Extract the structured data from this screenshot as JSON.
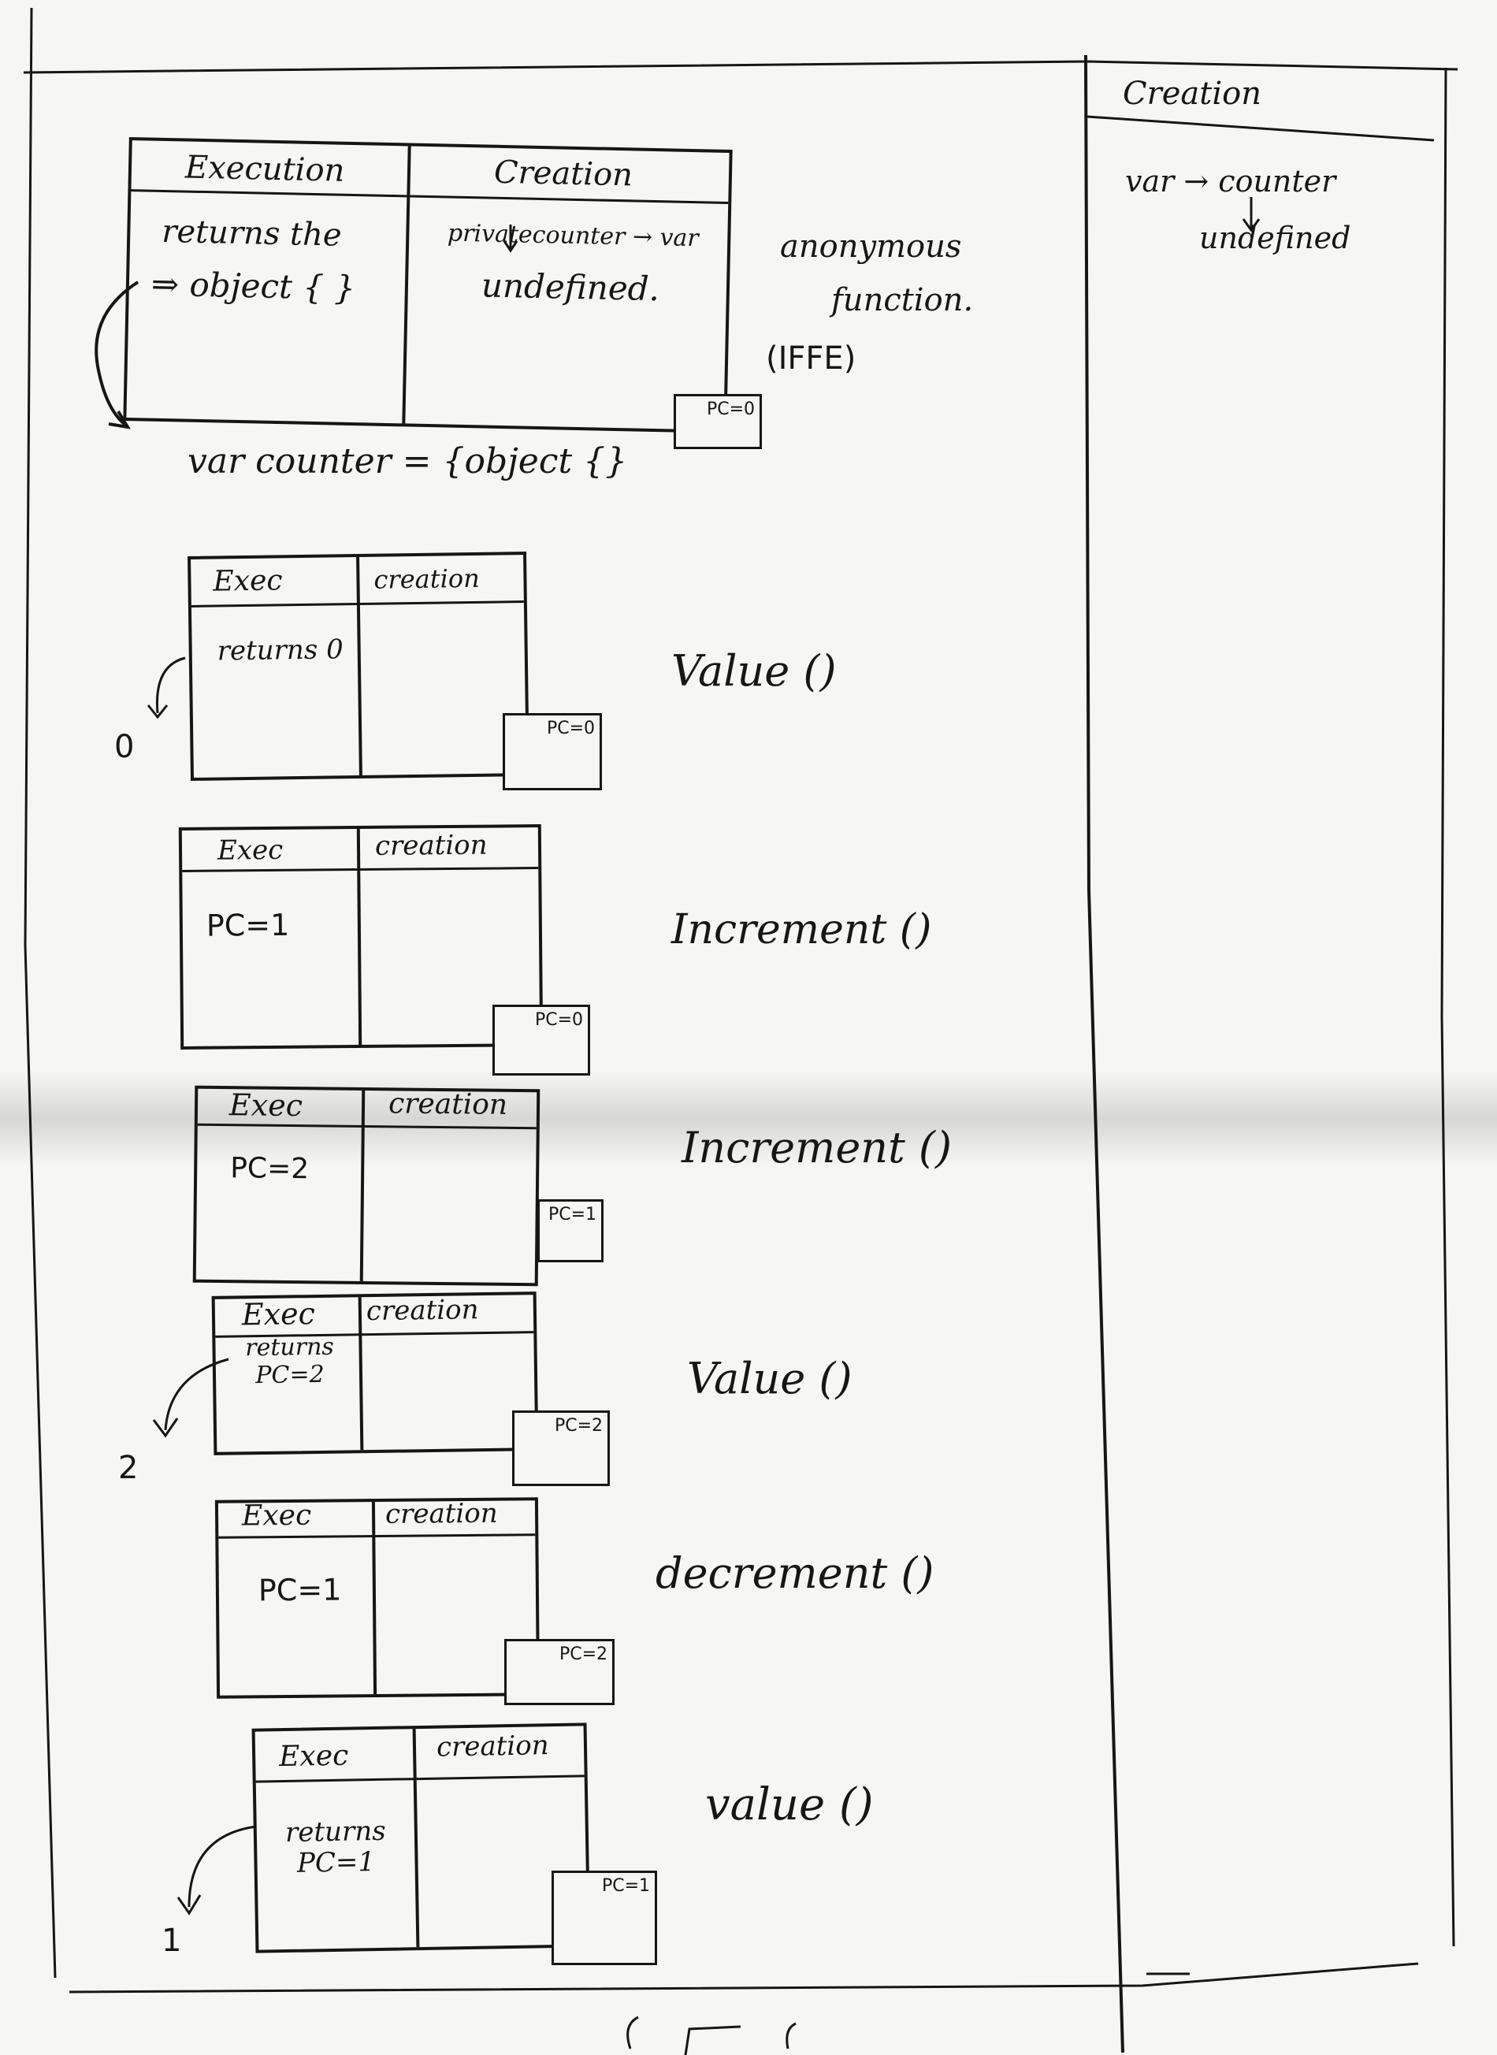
{
  "sidebar": {
    "title": "Creation",
    "entry_var": "var → counter",
    "entry_value": "undefined"
  },
  "iife": {
    "exec_header": "Execution",
    "creation_header": "Creation",
    "exec_line1": "returns the",
    "exec_line2": "⇒ object { }",
    "creation_line1": "privatecounter → var",
    "creation_line2": "undefined.",
    "pc": "PC=0",
    "label_line1": "anonymous",
    "label_line2": "function.",
    "label_line3": "(IFFE)"
  },
  "assignment": {
    "text": "var  counter = {object {}"
  },
  "contexts": [
    {
      "exec": "Exec",
      "creation": "creation",
      "body": "returns 0",
      "pc": "PC=0",
      "call": "Value ()",
      "output": "0"
    },
    {
      "exec": "Exec",
      "creation": "creation",
      "body": "PC=1",
      "pc": "PC=0",
      "call": "Increment ()",
      "output": ""
    },
    {
      "exec": "Exec",
      "creation": "creation",
      "body": "PC=2",
      "pc": "PC=1",
      "call": "Increment ()",
      "output": ""
    },
    {
      "exec": "Exec",
      "creation": "creation",
      "body": "returns PC=2",
      "pc": "PC=2",
      "call": "Value ()",
      "output": "2"
    },
    {
      "exec": "Exec",
      "creation": "creation",
      "body": "PC=1",
      "pc": "PC=2",
      "call": "decrement ()",
      "output": ""
    },
    {
      "exec": "Exec",
      "creation": "creation",
      "body": "returns PC=1",
      "pc": "PC=1",
      "call": "value ()",
      "output": "1"
    }
  ],
  "colors": {
    "ink": "#161616",
    "paper": "#f6f6f4",
    "fold_shadow": "#c9c9c7"
  }
}
